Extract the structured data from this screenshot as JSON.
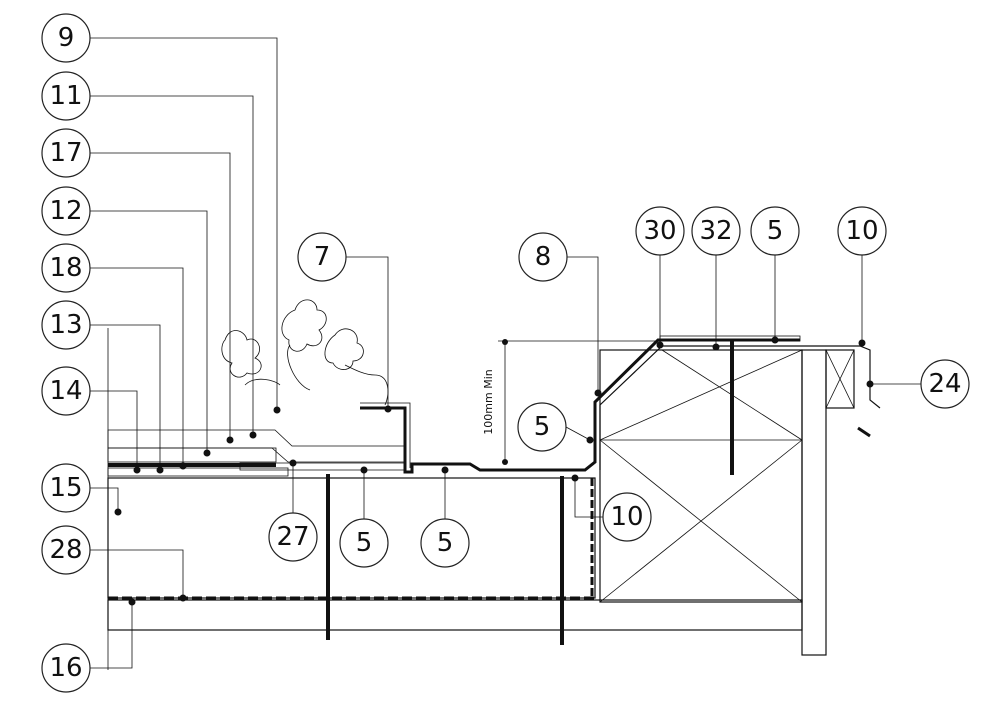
{
  "title": "Green roof to upstand and parapet edge detail",
  "dimension": "100mm Min",
  "tags": {
    "t9": "9",
    "t11": "11",
    "t17": "17",
    "t12": "12",
    "t18": "18",
    "t13": "13",
    "t14": "14",
    "t15": "15",
    "t28": "28",
    "t16": "16",
    "t7": "7",
    "t8": "8",
    "t30": "30",
    "t32": "32",
    "t5top": "5",
    "t10top": "10",
    "t24": "24",
    "t5up": "5",
    "t27": "27",
    "t5a": "5",
    "t5b": "5",
    "t10low": "10"
  }
}
